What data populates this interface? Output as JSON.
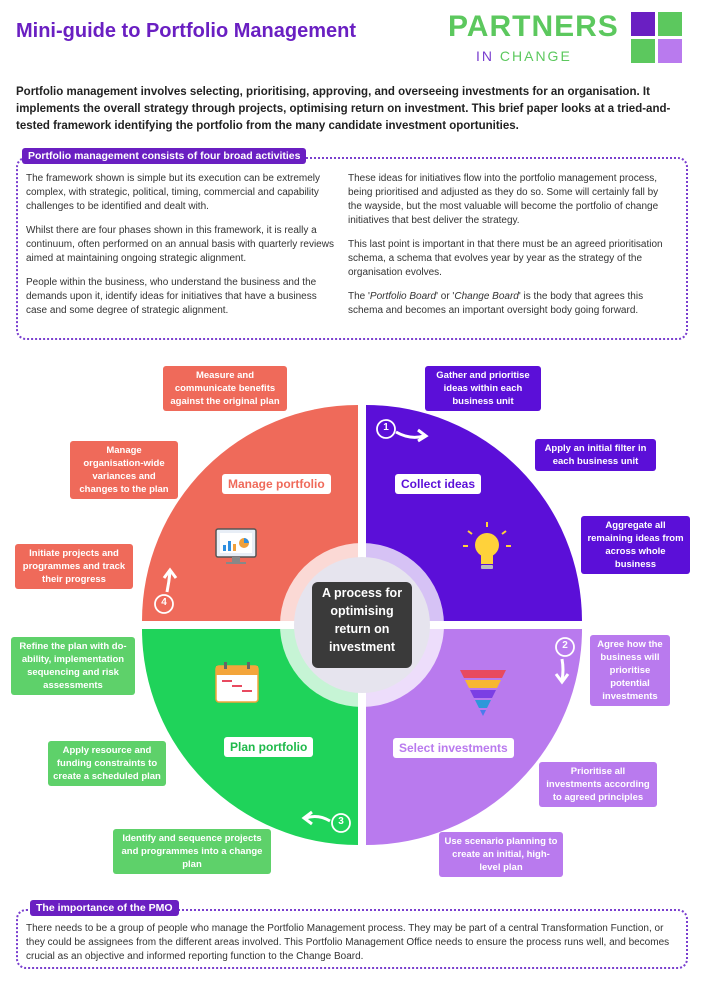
{
  "title": "Mini-guide to Portfolio Management",
  "logo": {
    "main": "PARTNERS",
    "sub_pre": "IN",
    "sub_post": "CHANGE"
  },
  "intro": "Portfolio management involves selecting, prioritising, approving, and overseeing investments for an organisation. It implements the overall strategy through projects, optimising return on investment. This brief paper looks at a tried-and-tested framework identifying the portfolio from the many candidate investment oportunities.",
  "activities": {
    "heading": "Portfolio management consists of four broad activities",
    "left": [
      "The framework shown is simple but its execution can be extremely complex, with strategic, political, timing, commercial and capability challenges to be identified and dealt with.",
      "Whilst there are four phases shown in this framework, it is really a continuum, often performed on an annual basis with quarterly reviews aimed at maintaining ongoing strategic alignment.",
      "People within the business, who understand the business and the demands upon it, identify ideas for initiatives that have a business case and some degree of strategic alignment."
    ],
    "right": [
      "These ideas for initiatives flow into the portfolio management process, being prioritised and adjusted as they do so. Some will certainly fall by the wayside, but the most valuable will become the portfolio of change initiatives that best deliver the strategy.",
      "This last point is important in that there must be an agreed prioritisation schema, a schema that evolves year by year as the strategy of the organisation evolves."
    ],
    "right_last": {
      "pre": "The '",
      "portfolio_board": "Portfolio Board",
      "mid": "' or '",
      "change_board": "Change Board",
      "post": "' is the body that agrees this schema and becomes an important oversight body going forward."
    }
  },
  "center": "A process for optimising return on investment",
  "quadrants": {
    "manage": {
      "title": "Manage portfolio",
      "number": "4",
      "color": "#ef6a5a",
      "icon": "monitor-chart-icon"
    },
    "collect": {
      "title": "Collect ideas",
      "number": "1",
      "color": "#5b0fd8",
      "icon": "lightbulb-icon"
    },
    "select": {
      "title": "Select investments",
      "number": "2",
      "color": "#b97aee",
      "icon": "funnel-icon"
    },
    "plan": {
      "title": "Plan portfolio",
      "number": "3",
      "color": "#5ed16a",
      "icon": "calendar-icon"
    }
  },
  "labels": {
    "manage": [
      "Measure and communicate benefits against the original plan",
      "Manage organisation-wide variances and changes to the plan",
      "Initiate projects and programmes and track their progress"
    ],
    "collect": [
      "Gather and prioritise ideas within each business unit",
      "Apply an initial filter in each business unit",
      "Aggregate all remaining ideas from across whole business"
    ],
    "select": [
      "Agree how the business will prioritise potential investments",
      "Prioritise all investments according to agreed principles",
      "Use scenario planning to create an initial, high-level plan"
    ],
    "plan": [
      "Refine the plan with do-ability, implementation sequencing and risk assessments",
      "Apply resource and funding constraints to create a scheduled plan",
      "Identify and sequence projects and programmes into a change plan"
    ]
  },
  "pmo": {
    "heading": "The importance of the PMO",
    "text": "There needs to be a group of people who manage the Portfolio Management process. They may be part of a central Transformation Function, or they could be assignees from the different areas involved. This Portfolio Management Office needs to ensure the process runs well, and becomes crucial as an objective and informed reporting function to the Change Board."
  }
}
